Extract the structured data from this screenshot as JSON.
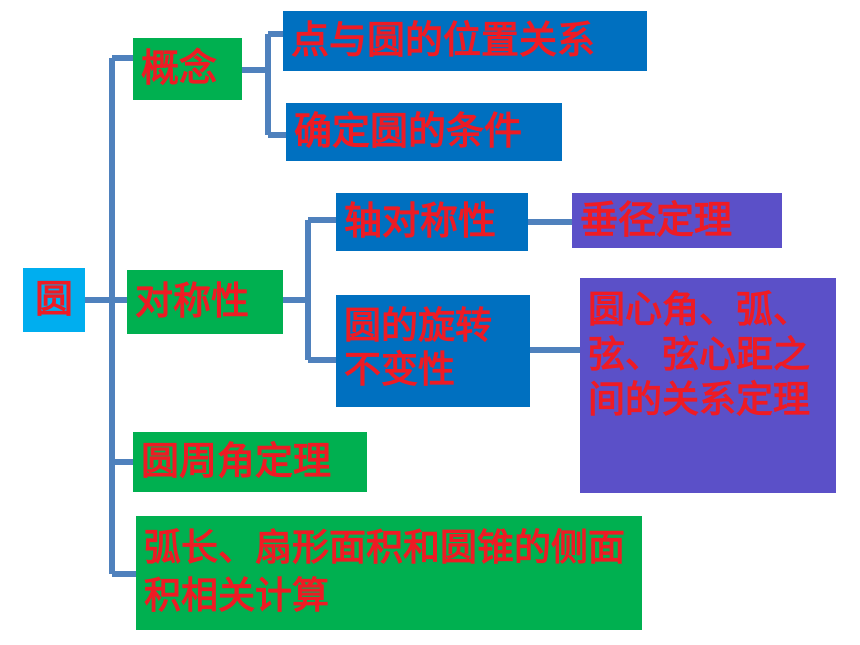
{
  "root": {
    "label": "圆"
  },
  "branches": {
    "concept": {
      "label": "概念",
      "children": [
        "点与圆的位置关系",
        "确定圆的条件"
      ]
    },
    "symmetry": {
      "label": "对称性",
      "axial": {
        "label": "轴对称性",
        "result": "垂径定理"
      },
      "rotational": {
        "label": "圆的旋转不变性",
        "result": "圆心角、弧、弦、弦心距之间的关系定理"
      }
    },
    "inscribed_angle": {
      "label": "圆周角定理"
    },
    "arc_length": {
      "label": "弧长、扇形面积和圆锥的侧面积相关计算"
    }
  },
  "colors": {
    "text": "#ee1b24",
    "root_bg": "#00aeef",
    "level1_bg": "#00b050",
    "level2_bg": "#0070c0",
    "level3_bg": "#5b50c8",
    "connector": "#4f81bd"
  }
}
